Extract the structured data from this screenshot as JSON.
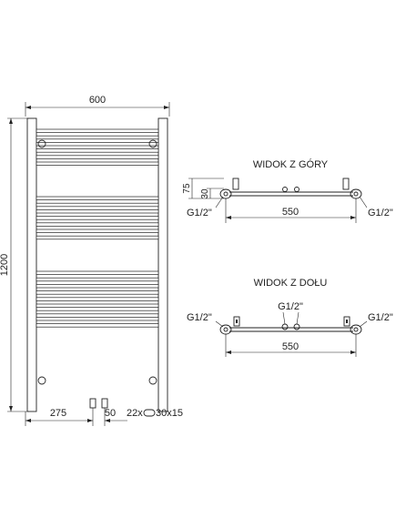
{
  "front_view": {
    "width_label": "600",
    "height_label": "1200",
    "offset_label": "275",
    "spacing_label": "50",
    "tubes_label": "22x",
    "tube_section_label": "30x15"
  },
  "top_view": {
    "title": "WIDOK Z GÓRY",
    "depth_label_75": "75",
    "depth_label_30": "30",
    "thread_label": "G1/2\"",
    "thread_label_right": "G1/2\"",
    "width_label": "550"
  },
  "bottom_view": {
    "title": "WIDOK Z DOŁU",
    "thread_label_left": "G1/2\"",
    "thread_label_center": "G1/2\"",
    "thread_label_right": "G1/2\"",
    "width_label": "550"
  },
  "colors": {
    "line": "#222222",
    "background": "#ffffff"
  }
}
